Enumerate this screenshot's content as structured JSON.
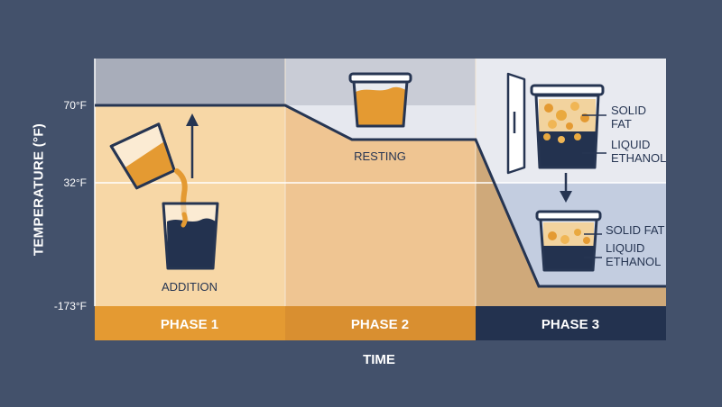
{
  "axes": {
    "y_label": "TEMPERATURE (°F)",
    "x_label": "TIME",
    "y_ticks": [
      "70°F",
      "32°F",
      "-173°F"
    ]
  },
  "phases": [
    {
      "label": "PHASE 1",
      "color": "#e49a32"
    },
    {
      "label": "PHASE 2",
      "color": "#d98f30"
    },
    {
      "label": "PHASE 3",
      "color": "#23324f"
    }
  ],
  "annotations": {
    "addition": "ADDITION",
    "resting": "RESTING",
    "solid_fat_1": "SOLID",
    "solid_fat_2": "FAT",
    "liquid_ethanol_1": "LIQUID",
    "liquid_ethanol_2": "ETHANOL",
    "solid_fat_lower": "SOLID FAT",
    "liquid_lower_1": "LIQUID",
    "liquid_lower_2": "ETHANOL"
  },
  "colors": {
    "background": "#43516b",
    "phase1_fill": "#f7d7a6",
    "phase2_fill": "#eec596",
    "phase3_fill": "#cfb08a",
    "curve": "#263552",
    "accent_orange": "#e49a32",
    "liquid_navy": "#23324f"
  }
}
